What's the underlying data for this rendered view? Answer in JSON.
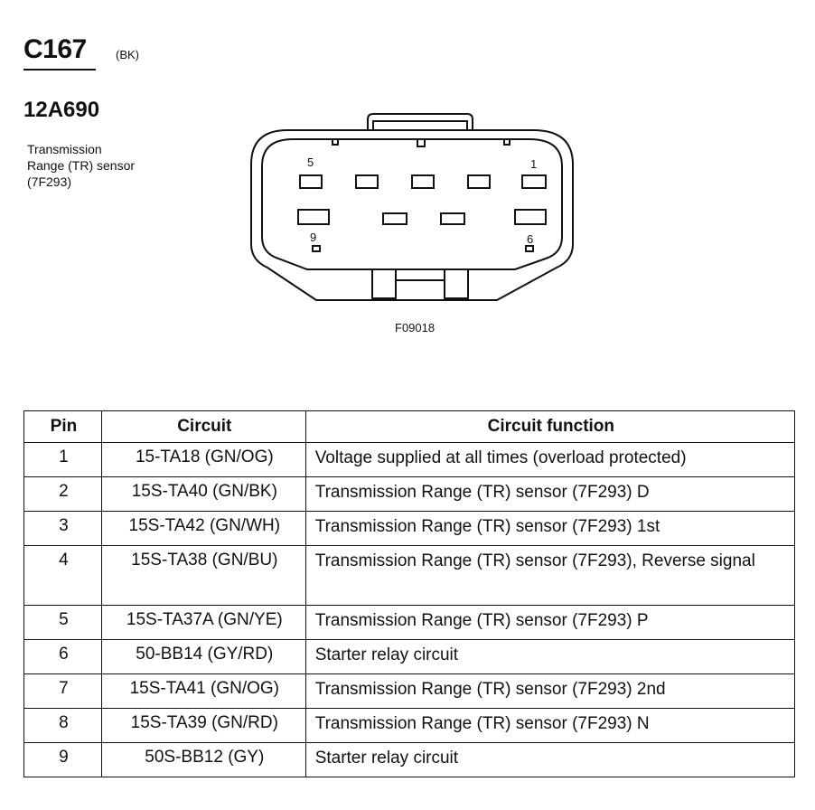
{
  "header": {
    "connector_code": "C167",
    "connector_color": "(BK)",
    "part_number": "12A690",
    "description_lines": [
      "Transmission",
      "Range (TR) sensor",
      "(7F293)"
    ]
  },
  "figure": {
    "figure_id": "F09018",
    "pin_labels": {
      "top_left": "5",
      "top_right": "1",
      "bottom_left": "9",
      "bottom_right": "6"
    }
  },
  "table": {
    "headers": {
      "pin": "Pin",
      "circuit": "Circuit",
      "function": "Circuit function"
    },
    "rows": [
      {
        "pin": "1",
        "circuit": "15-TA18 (GN/OG)",
        "function": "Voltage supplied at all times (overload protected)"
      },
      {
        "pin": "2",
        "circuit": "15S-TA40 (GN/BK)",
        "function": "Transmission Range (TR) sensor (7F293) D"
      },
      {
        "pin": "3",
        "circuit": "15S-TA42 (GN/WH)",
        "function": "Transmission Range (TR) sensor (7F293) 1st"
      },
      {
        "pin": "4",
        "circuit": "15S-TA38 (GN/BU)",
        "function": "Transmission Range (TR) sensor (7F293), Reverse signal"
      },
      {
        "pin": "5",
        "circuit": "15S-TA37A (GN/YE)",
        "function": "Transmission Range (TR) sensor (7F293) P"
      },
      {
        "pin": "6",
        "circuit": "50-BB14 (GY/RD)",
        "function": "Starter relay circuit"
      },
      {
        "pin": "7",
        "circuit": "15S-TA41 (GN/OG)",
        "function": "Transmission Range (TR) sensor (7F293) 2nd"
      },
      {
        "pin": "8",
        "circuit": "15S-TA39 (GN/RD)",
        "function": "Transmission Range (TR) sensor (7F293) N"
      },
      {
        "pin": "9",
        "circuit": "50S-BB12 (GY)",
        "function": "Starter relay circuit"
      }
    ]
  }
}
